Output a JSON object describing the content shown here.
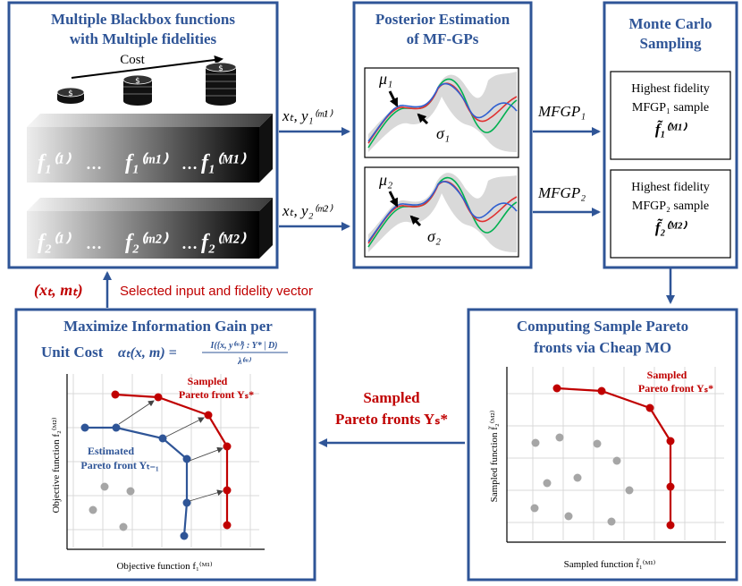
{
  "panels": {
    "blackbox": {
      "title_line1": "Multiple  Blackbox functions",
      "title_line2": "with Multiple fidelities",
      "cost_label": "Cost",
      "row1": {
        "f_first": "f₁⁽¹⁾",
        "dots1": "…",
        "f_mid": "f₁⁽ᵐ¹⁾",
        "dots2": "…",
        "f_last": "f₁⁽ᴹ¹⁾"
      },
      "row2": {
        "f_first": "f₂⁽¹⁾",
        "dots1": "…",
        "f_mid": "f₂⁽ᵐ²⁾",
        "dots2": "…",
        "f_last": "f₂⁽ᴹ²⁾"
      }
    },
    "posterior": {
      "title_line1": "Posterior Estimation",
      "title_line2": "of MF-GPs",
      "plot1": {
        "mu": "μ₁",
        "sigma": "σ₁"
      },
      "plot2": {
        "mu": "μ₂",
        "sigma": "σ₂"
      }
    },
    "monte_carlo": {
      "title_line1": "Monte Carlo",
      "title_line2": "Sampling",
      "box1": {
        "line1": "Highest fidelity",
        "line2": "MFGP₁ sample",
        "line3": "f̃₁⁽ᴹ¹⁾"
      },
      "box2": {
        "line1": "Highest fidelity",
        "line2": "MFGP₂ sample",
        "line3": "f̃₂⁽ᴹ²⁾"
      }
    },
    "info_gain": {
      "title_line1": "Maximize Information Gain per",
      "title_line2": "Unit Cost",
      "alpha": "αₜ(x, m) =",
      "numerator": "I({x, y⁽ᵐ⁾} : Y* | D)",
      "denominator": "λ⁽ᵐ⁾",
      "sampled_label_line1": "Sampled",
      "sampled_label_line2": "Pareto front Yₛ*",
      "estimated_label_line1": "Estimated",
      "estimated_label_line2": "Pareto front Yₜ₋₁",
      "ylabel": "Objective function f₂⁽ᴹ²⁾",
      "xlabel": "Objective function f₁⁽ᴹ¹⁾"
    },
    "pareto": {
      "title_line1": "Computing Sample Pareto",
      "title_line2": "fronts via Cheap MO",
      "sampled_label_line1": "Sampled",
      "sampled_label_line2": "Pareto front Yₛ*",
      "ylabel": "Sampled function f̃₂⁽ᴹ²⁾",
      "xlabel": "Sampled function f̃₁⁽ᴹ¹⁾"
    }
  },
  "arrows": {
    "to_posterior_1": "xₜ, y₁⁽ᵐ¹⁾",
    "to_posterior_2": "xₜ, y₂⁽ᵐ²⁾",
    "to_mc_1": "MFGP₁",
    "to_mc_2": "MFGP₂",
    "sampled_fronts_line1": "Sampled",
    "sampled_fronts_line2": "Pareto fronts Yₛ*",
    "selected_symbol": "(xₜ, mₜ)",
    "selected_text": "Selected input and fidelity vector"
  },
  "colors": {
    "navy": "#2f5597",
    "red": "#c00000",
    "blue": "#2f5597",
    "gray_point": "#a6a6a6",
    "grid": "#d9d9d9"
  }
}
